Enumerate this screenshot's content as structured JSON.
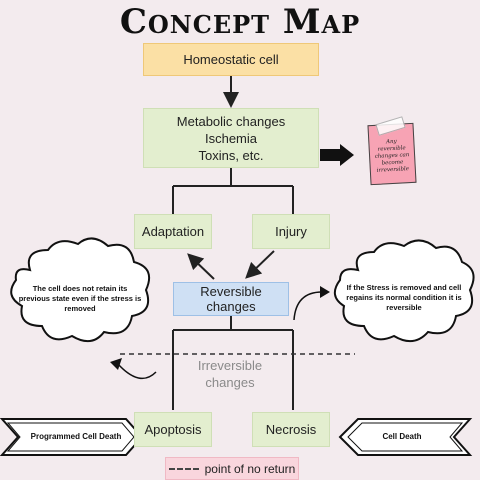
{
  "title": "Concept Map",
  "nodes": {
    "homeostatic": "Homeostatic cell",
    "metabolic": [
      "Metabolic changes",
      "Ischemia",
      "Toxins, etc."
    ],
    "adaptation": "Adaptation",
    "injury": "Injury",
    "reversible": "Reversible changes",
    "irreversible": [
      "Irreversible",
      "changes"
    ],
    "apoptosis": "Apoptosis",
    "necrosis": "Necrosis"
  },
  "note": "Any reversible changes can become irreversible",
  "clouds": {
    "left": "The cell does not retain its previous state even if the stress is removed",
    "right": "If the Stress is removed and cell regains its normal condition it is reversible"
  },
  "banners": {
    "left": "Programmed Cell Death",
    "right": "Cell Death"
  },
  "legend": "point of no return",
  "colors": {
    "green": "#e3eecf",
    "orange": "#fbe0a5",
    "blue": "#cfe0f4",
    "pink": "#f9d6dd",
    "note": "#f7a3b4"
  }
}
